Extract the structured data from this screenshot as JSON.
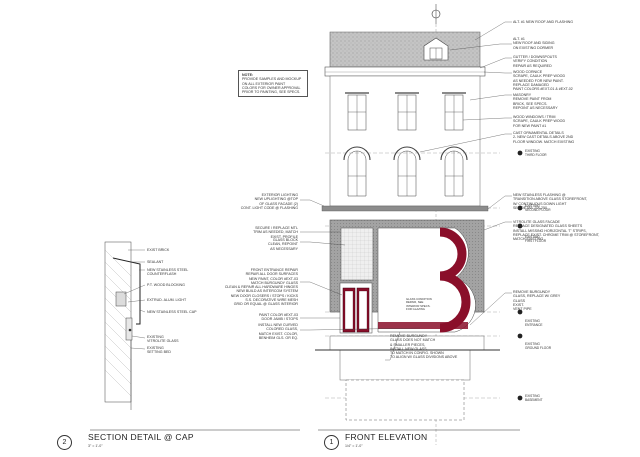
{
  "colors": {
    "accent": "#8a0f2a",
    "stone": "#b3b3b3",
    "panel": "#9f9f9f",
    "line": "#6e6e6e"
  },
  "views": {
    "elevation": {
      "number": "1",
      "title": "FRONT ELEVATION",
      "scale": "1/4\" = 1'-0\""
    },
    "section": {
      "number": "2",
      "title": "SECTION DETAIL @ CAP",
      "scale": "3\" = 1'-0\""
    }
  },
  "general_note": {
    "heading": "NOTE:",
    "body": "PROVIDE SAMPLES AND MOCKUP\nON ALL EXTERIOR PAINT\nCOLORS FOR OWNER APPROVAL\nPRIOR TO PAINTING, SEE SPECS."
  },
  "right_notes": [
    "ALT. #1 NEW ROOF and FLASHING",
    "ALT. #1\nNEW ROOF and SIDING\non EXISTING DORMER",
    "GUTTER / DOWNSPOUTS\nVERIFY CONDITION\nREPAIR as REQUIRED",
    "WOOD CORNICE\nSCRAPE, CAULK PREP WOOD\nAS NEEDED FOR NEW PAINT.\nREPLACE DAMAGED\nPAINT COLORS #EXT-01 & #EXT-02",
    "MASONRY\nREMOVE PAINT FROM\nBRICK, SEE SPECS.\nREPOINT AS NECESSARY",
    "WOOD WINDOWS / TRIM\nSCRAPE, CAULK PREP WOOD\nFOR NEW PAINT #1",
    "CAST ORNAMENTAL DETAILS\n2- NEW CAST DETAILS ABOVE 2ND\nFLOOR WINDOW. MATCH EXISTING",
    "NEW STAINLESS FLASHING @\nTRANSITION ABOVE GLASS STOREFRONT,\nw/ CONTINUOUS DOWN LIGHT\nSEE DETAIL 2/A-250",
    "VITROLITE GLASS FACADE\nREPLACE DESIGNATED GLASS SHEETS\nINSTALL MISSING HORIZONTAL 'T' STRIPS,\nREPLACE EXIST. CHROME TRIM @ STOREFRONT,\nMATCH EXISTING",
    "REMOVE BURGUNDY\nGLASS, REPLACE W/ GREY\nGLASS\nEXIST.\nVENT PIPE"
  ],
  "left_notes": [
    "EXTERIOR LIGHTING\nNEW UPLIGHTING @TOP\nOF GLASS FACADE (2)\nCONT. LIGHT CODE @ FLASHING",
    "SECURE / REPLACE MTL\nTRIM AS NEEDED, MATCH\nEXIST. PROFILE",
    "GLASS BLOCK\nCLEAN, REPOINT\nAS NECESSARY",
    "FRONT ENTRANCE REPAIR\nREPAIR ALL DOOR SURFACES\nNEW PAINT, COLOR #EXT-03\nMATCH BURGUNDY GLASS\nCLEAN & REPAIR ALL HARDWARE HINGES\nNEW BUILD AS INTERCOM SYSTEM\nNEW DOOR CLOSERS / STOPS / KICKS\nS.S. DECORATIVE WIRE MESH\nGRID OR EQUAL @ GLASS INTERIOR",
    "PAINT COLOR #EXT-03\nDOOR JAMB / STOPS",
    "INSTALL NEW CURVED\nCOLORED GLASS,\nMATCH EXIST. COLOR,\nBENHEIM GLS. OR EQ."
  ],
  "bottom_note": "REMOVE BURGUNDY\nGLASS DOES NOT MATCH\n& SMALLER PIECES,\nINSTALL NEW GLASS\nTO MATCH IN CONFIG. SHOWN\nTO ALIGN W/ GLASS DIVISIONS ABOVE",
  "storefront_note": "GLASS CONDITION\nREPAIR, SEE\nINTERIOR SPECS.\nFOR GLAZING",
  "levels": [
    "EXISTING\nTHIRD FLOOR",
    "EXISTING\nSECOND FLOOR",
    "EXISTING\nFIRST FLOOR",
    "EXISTING\nENTRANCE",
    "EXISTING\nGROUND FLOOR",
    "EXISTING\nBASEMENT"
  ],
  "section_notes": [
    "EXIST BRICK",
    "SEALANT",
    "NEW STAINLESS STEEL\nCOUNTERFLASH",
    "P.T. WOOD BLOCKING",
    "EXTRUD. ALUM. LIGHT",
    "NEW STAINLESS STEEL CAP",
    "EXISTING\nVITROLITE GLASS",
    "EXISTING\nSETTING BED"
  ]
}
